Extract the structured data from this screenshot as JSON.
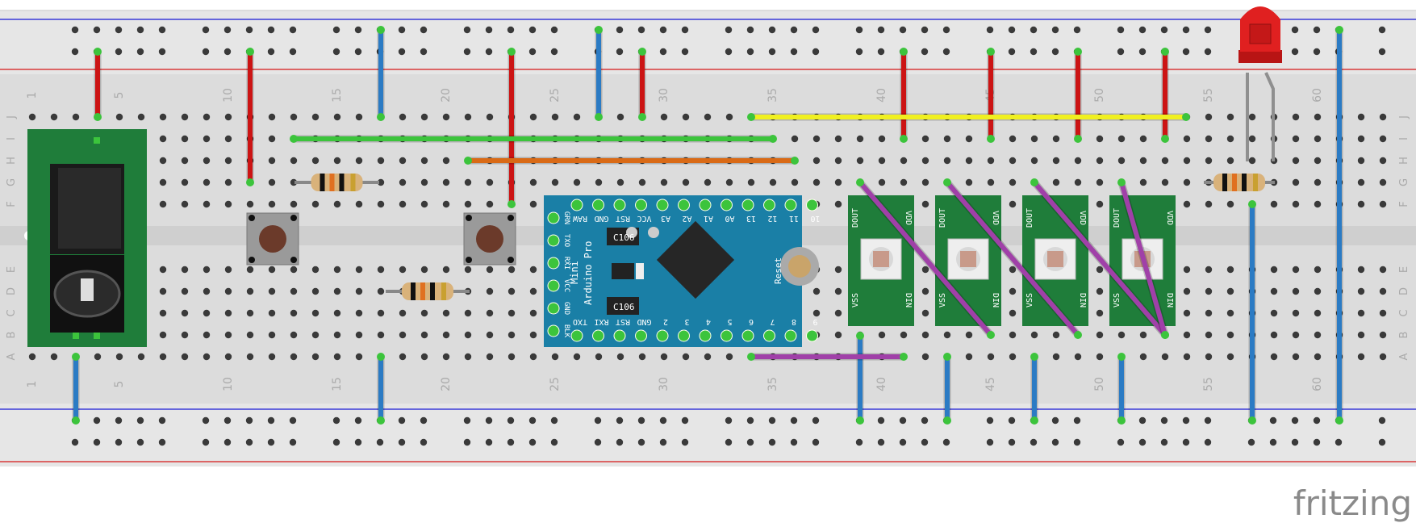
{
  "breadboard": {
    "column_numbers": [
      "1",
      "5",
      "10",
      "15",
      "20",
      "25",
      "30",
      "35",
      "40",
      "45",
      "50",
      "55",
      "60"
    ],
    "row_letters_top": [
      "J",
      "I",
      "H",
      "G",
      "F"
    ],
    "row_letters_bottom": [
      "E",
      "D",
      "C",
      "B",
      "A"
    ]
  },
  "arduino": {
    "board_name_line1": "Arduino Pro",
    "board_name_line2": "Mini",
    "reset_label": "Reset",
    "cap_label_1": "C106",
    "cap_label_2": "C106",
    "top_pins": [
      "RAW",
      "GND",
      "RST",
      "VCC",
      "A3",
      "A2",
      "A1",
      "A0",
      "13",
      "12",
      "11",
      "10"
    ],
    "bottom_pins": [
      "TXO",
      "RXI",
      "RST",
      "GND",
      "2",
      "3",
      "4",
      "5",
      "6",
      "7",
      "8",
      "9"
    ],
    "side_pins": [
      "GRN",
      "TXO",
      "RXI",
      "VCC",
      "GND",
      "BLK"
    ]
  },
  "led_modules": [
    {
      "label_dout": "DOUT",
      "label_vdd": "VDD",
      "label_vss": "VSS",
      "label_din": "DIN"
    },
    {
      "label_dout": "DOUT",
      "label_vdd": "VDD",
      "label_vss": "VSS",
      "label_din": "DIN"
    },
    {
      "label_dout": "DOUT",
      "label_vdd": "VDD",
      "label_vss": "VSS",
      "label_din": "DIN"
    },
    {
      "label_dout": "DOUT",
      "label_vdd": "VDD",
      "label_vss": "VSS",
      "label_din": "DIN"
    }
  ],
  "brand": "fritzing",
  "colors": {
    "wire_red": "#cc1414",
    "wire_blue": "#2b7bc4",
    "wire_green": "#3cc43c",
    "wire_orange": "#d96a16",
    "wire_yellow": "#f0f020",
    "wire_purple": "#a040a8",
    "pcb_green": "#1f7d3a",
    "arduino_blue": "#1a7fa6",
    "led_red": "#e02020"
  }
}
